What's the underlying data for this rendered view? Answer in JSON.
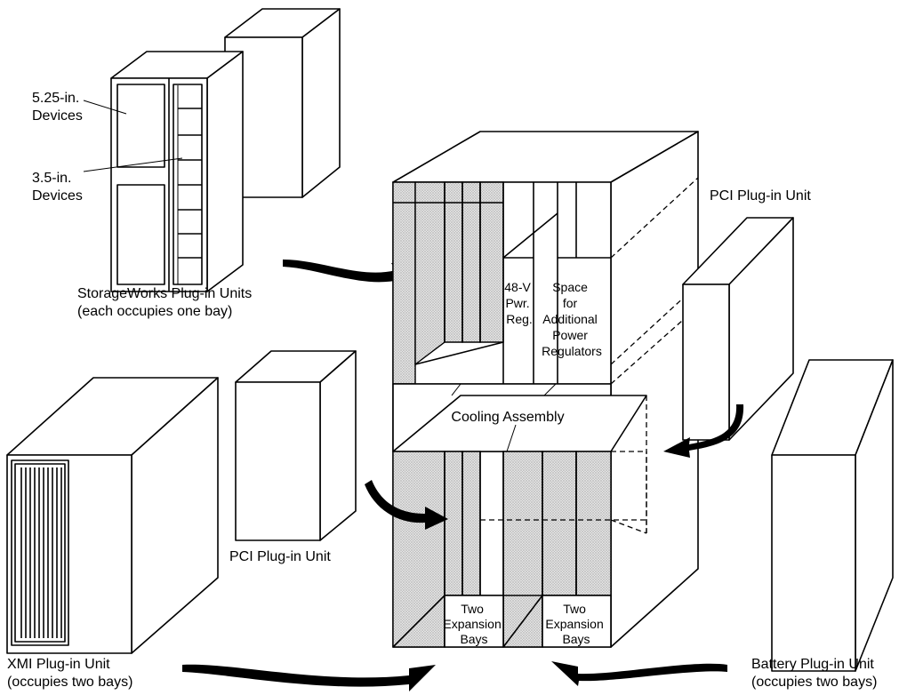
{
  "labels": {
    "device_525": [
      "5.25-in.",
      "Devices"
    ],
    "device_35": [
      "3.5-in.",
      "Devices"
    ],
    "storageworks": [
      "StorageWorks Plug-in Units",
      "(each occupies one bay)"
    ],
    "pci_right": [
      "PCI Plug-in Unit"
    ],
    "pci_left": [
      "PCI Plug-in Unit"
    ],
    "xmi": [
      "XMI Plug-in Unit",
      "(occupies two bays)"
    ],
    "battery": [
      "Battery Plug-in Unit",
      "(occupies two bays)"
    ],
    "regulator_48v": [
      "48-V",
      "Pwr.",
      "Reg."
    ],
    "space_regulators": [
      "Space",
      "for",
      "Additional",
      "Power",
      "Regulators"
    ],
    "cooling": [
      "Cooling Assembly"
    ],
    "expansion_left": [
      "Two",
      "Expansion",
      "Bays"
    ],
    "expansion_right": [
      "Two",
      "Expansion",
      "Bays"
    ]
  },
  "colors": {
    "line": "#000000",
    "shade": "#c8c8c8",
    "background": "#ffffff"
  }
}
